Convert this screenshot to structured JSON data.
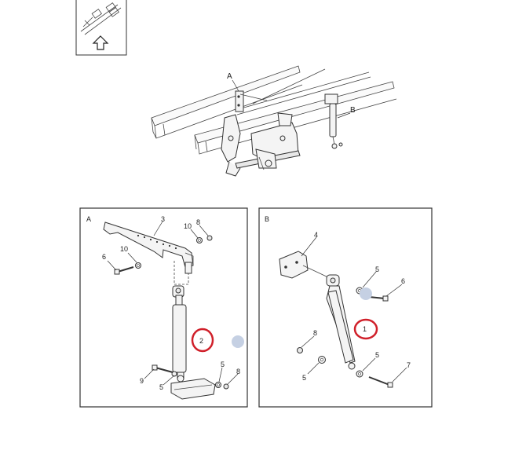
{
  "overview": {
    "callout_a": "A",
    "callout_b": "B"
  },
  "panel_a": {
    "title": "A",
    "labels": {
      "p3": "3",
      "p10a": "10",
      "p8a": "8",
      "p10b": "10",
      "p6": "6",
      "p2": "2",
      "p9": "9",
      "p5a": "5",
      "p5b": "5",
      "p8b": "8"
    }
  },
  "panel_b": {
    "title": "B",
    "labels": {
      "p4": "4",
      "p5a": "5",
      "p6": "6",
      "p1": "1",
      "p8": "8",
      "p5b": "5",
      "p5c": "5",
      "p7": "7"
    }
  },
  "colors": {
    "highlight_circle": "#d0202a",
    "marker_dot": "#c5d0e3",
    "frame": "#333333"
  },
  "icons": [
    "arrow-up-icon",
    "section-thumbnail-icon"
  ]
}
